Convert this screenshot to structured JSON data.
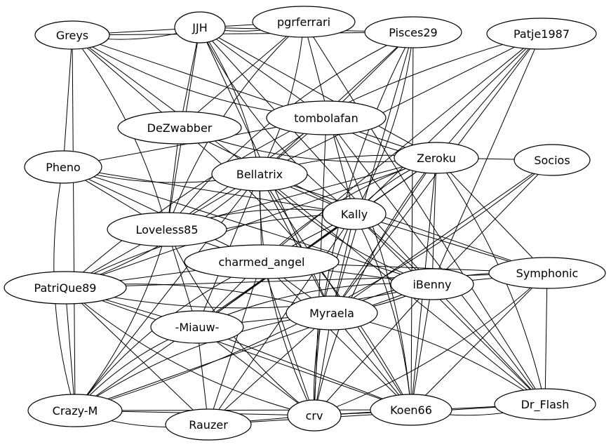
{
  "graph": {
    "nodes": [
      {
        "id": "Greys",
        "label": "Greys"
      },
      {
        "id": "JJH",
        "label": "JJH"
      },
      {
        "id": "pgrferrari",
        "label": "pgrferrari"
      },
      {
        "id": "Pisces29",
        "label": "Pisces29"
      },
      {
        "id": "Patje1987",
        "label": "Patje1987"
      },
      {
        "id": "DeZwabber",
        "label": "DeZwabber"
      },
      {
        "id": "tombolafan",
        "label": "tombolafan"
      },
      {
        "id": "Pheno",
        "label": "Pheno"
      },
      {
        "id": "Bellatrix",
        "label": "Bellatrix"
      },
      {
        "id": "Zeroku",
        "label": "Zeroku"
      },
      {
        "id": "Socios",
        "label": "Socios"
      },
      {
        "id": "Kally",
        "label": "Kally"
      },
      {
        "id": "Loveless85",
        "label": "Loveless85"
      },
      {
        "id": "charmed_angel",
        "label": "charmed_angel"
      },
      {
        "id": "PatriQue89",
        "label": "PatriQue89"
      },
      {
        "id": "iBenny",
        "label": "iBenny"
      },
      {
        "id": "Symphonic",
        "label": "Symphonic"
      },
      {
        "id": "Myraela",
        "label": "Myraela"
      },
      {
        "id": "Miauw",
        "label": "-Miauw-"
      },
      {
        "id": "Crazy-M",
        "label": "Crazy-M"
      },
      {
        "id": "crv",
        "label": "crv"
      },
      {
        "id": "Koen66",
        "label": "Koen66"
      },
      {
        "id": "Dr_Flash",
        "label": "Dr_Flash"
      },
      {
        "id": "Rauzer",
        "label": "Rauzer"
      }
    ],
    "edges": [
      [
        "Greys",
        "JJH"
      ],
      [
        "Greys",
        "pgrferrari"
      ],
      [
        "Greys",
        "Pisces29"
      ],
      [
        "Greys",
        "Pheno"
      ],
      [
        "Greys",
        "DeZwabber"
      ],
      [
        "Greys",
        "tombolafan"
      ],
      [
        "Greys",
        "Bellatrix"
      ],
      [
        "Greys",
        "Loveless85"
      ],
      [
        "Greys",
        "Crazy-M"
      ],
      [
        "Greys",
        "Zeroku"
      ],
      [
        "JJH",
        "pgrferrari"
      ],
      [
        "JJH",
        "Pisces29"
      ],
      [
        "JJH",
        "DeZwabber"
      ],
      [
        "JJH",
        "tombolafan"
      ],
      [
        "JJH",
        "Bellatrix"
      ],
      [
        "JJH",
        "Kally"
      ],
      [
        "JJH",
        "Myraela"
      ],
      [
        "JJH",
        "Zeroku"
      ],
      [
        "JJH",
        "iBenny"
      ],
      [
        "JJH",
        "Loveless85"
      ],
      [
        "pgrferrari",
        "Loveless85"
      ],
      [
        "pgrferrari",
        "Bellatrix"
      ],
      [
        "pgrferrari",
        "Kally"
      ],
      [
        "pgrferrari",
        "DeZwabber"
      ],
      [
        "pgrferrari",
        "Dr_Flash"
      ],
      [
        "Pisces29",
        "Loveless85"
      ],
      [
        "Pisces29",
        "tombolafan"
      ],
      [
        "Pisces29",
        "Bellatrix"
      ],
      [
        "Pisces29",
        "Kally"
      ],
      [
        "Pisces29",
        "Myraela"
      ],
      [
        "Pisces29",
        "crv"
      ],
      [
        "Pisces29",
        "Koen66"
      ],
      [
        "Patje1987",
        "Zeroku"
      ],
      [
        "Patje1987",
        "Kally"
      ],
      [
        "Patje1987",
        "iBenny"
      ],
      [
        "Patje1987",
        "PatriQue89"
      ],
      [
        "Patje1987",
        "charmed_angel"
      ],
      [
        "Patje1987",
        "Myraela"
      ],
      [
        "Patje1987",
        "Bellatrix"
      ],
      [
        "DeZwabber",
        "Loveless85"
      ],
      [
        "DeZwabber",
        "Zeroku"
      ],
      [
        "DeZwabber",
        "Kally"
      ],
      [
        "DeZwabber",
        "Koen66"
      ],
      [
        "tombolafan",
        "Pheno"
      ],
      [
        "tombolafan",
        "Bellatrix"
      ],
      [
        "tombolafan",
        "Zeroku"
      ],
      [
        "tombolafan",
        "Loveless85"
      ],
      [
        "tombolafan",
        "Dr_Flash"
      ],
      [
        "tombolafan",
        "crv"
      ],
      [
        "tombolafan",
        "Koen66"
      ],
      [
        "Pheno",
        "Bellatrix"
      ],
      [
        "Pheno",
        "Loveless85"
      ],
      [
        "Pheno",
        "Kally"
      ],
      [
        "Pheno",
        "charmed_angel"
      ],
      [
        "Pheno",
        "iBenny"
      ],
      [
        "Pheno",
        "Crazy-M"
      ],
      [
        "Bellatrix",
        "Zeroku"
      ],
      [
        "Bellatrix",
        "Kally"
      ],
      [
        "Bellatrix",
        "Loveless85"
      ],
      [
        "Bellatrix",
        "charmed_angel"
      ],
      [
        "Bellatrix",
        "iBenny"
      ],
      [
        "Bellatrix",
        "Myraela"
      ],
      [
        "Bellatrix",
        "Miauw"
      ],
      [
        "Bellatrix",
        "PatriQue89"
      ],
      [
        "Bellatrix",
        "Crazy-M"
      ],
      [
        "Bellatrix",
        "crv"
      ],
      [
        "Bellatrix",
        "Koen66"
      ],
      [
        "Bellatrix",
        "Dr_Flash"
      ],
      [
        "Bellatrix",
        "Symphonic"
      ],
      [
        "Zeroku",
        "Socios"
      ],
      [
        "Zeroku",
        "Kally"
      ],
      [
        "Zeroku",
        "iBenny"
      ],
      [
        "Zeroku",
        "Symphonic"
      ],
      [
        "Zeroku",
        "Myraela"
      ],
      [
        "Zeroku",
        "Miauw"
      ],
      [
        "Zeroku",
        "crv"
      ],
      [
        "Zeroku",
        "Koen66"
      ],
      [
        "Zeroku",
        "Dr_Flash"
      ],
      [
        "Zeroku",
        "PatriQue89"
      ],
      [
        "Zeroku",
        "Loveless85"
      ],
      [
        "Zeroku",
        "charmed_angel"
      ],
      [
        "Zeroku",
        "Crazy-M"
      ],
      [
        "Socios",
        "iBenny"
      ],
      [
        "Socios",
        "Myraela"
      ],
      [
        "Socios",
        "Crazy-M"
      ],
      [
        "Kally",
        "Loveless85"
      ],
      [
        "Kally",
        "charmed_angel"
      ],
      [
        "Kally",
        "iBenny"
      ],
      [
        "Kally",
        "Myraela"
      ],
      [
        "Kally",
        "Miauw"
      ],
      [
        "Kally",
        "crv"
      ],
      [
        "Kally",
        "Koen66"
      ],
      [
        "Kally",
        "Dr_Flash"
      ],
      [
        "Kally",
        "Symphonic"
      ],
      [
        "Kally",
        "Rauzer"
      ],
      [
        "Kally",
        "PatriQue89"
      ],
      [
        "Loveless85",
        "charmed_angel"
      ],
      [
        "Loveless85",
        "Miauw"
      ],
      [
        "Loveless85",
        "Crazy-M"
      ],
      [
        "Loveless85",
        "PatriQue89"
      ],
      [
        "Loveless85",
        "crv"
      ],
      [
        "charmed_angel",
        "PatriQue89"
      ],
      [
        "charmed_angel",
        "iBenny"
      ],
      [
        "charmed_angel",
        "Myraela"
      ],
      [
        "charmed_angel",
        "Miauw"
      ],
      [
        "charmed_angel",
        "Crazy-M"
      ],
      [
        "charmed_angel",
        "crv"
      ],
      [
        "charmed_angel",
        "Koen66"
      ],
      [
        "charmed_angel",
        "Rauzer"
      ],
      [
        "charmed_angel",
        "Symphonic"
      ],
      [
        "PatriQue89",
        "iBenny"
      ],
      [
        "PatriQue89",
        "Symphonic"
      ],
      [
        "PatriQue89",
        "Myraela"
      ],
      [
        "PatriQue89",
        "Miauw"
      ],
      [
        "PatriQue89",
        "Crazy-M"
      ],
      [
        "PatriQue89",
        "crv"
      ],
      [
        "PatriQue89",
        "Koen66"
      ],
      [
        "PatriQue89",
        "Rauzer"
      ],
      [
        "iBenny",
        "Symphonic"
      ],
      [
        "iBenny",
        "Myraela"
      ],
      [
        "iBenny",
        "Miauw"
      ],
      [
        "iBenny",
        "Crazy-M"
      ],
      [
        "iBenny",
        "crv"
      ],
      [
        "iBenny",
        "Koen66"
      ],
      [
        "iBenny",
        "Dr_Flash"
      ],
      [
        "Symphonic",
        "Myraela"
      ],
      [
        "Symphonic",
        "crv"
      ],
      [
        "Symphonic",
        "Koen66"
      ],
      [
        "Symphonic",
        "Dr_Flash"
      ],
      [
        "Myraela",
        "Miauw"
      ],
      [
        "Myraela",
        "Crazy-M"
      ],
      [
        "Myraela",
        "crv"
      ],
      [
        "Myraela",
        "Koen66"
      ],
      [
        "Myraela",
        "Dr_Flash"
      ],
      [
        "Myraela",
        "Rauzer"
      ],
      [
        "Miauw",
        "Crazy-M"
      ],
      [
        "Miauw",
        "crv"
      ],
      [
        "Miauw",
        "Koen66"
      ],
      [
        "Miauw",
        "Rauzer"
      ],
      [
        "Crazy-M",
        "crv"
      ],
      [
        "Crazy-M",
        "Rauzer"
      ],
      [
        "Crazy-M",
        "Koen66"
      ],
      [
        "crv",
        "Koen66"
      ],
      [
        "crv",
        "Dr_Flash"
      ],
      [
        "crv",
        "Rauzer"
      ],
      [
        "Koen66",
        "Dr_Flash"
      ],
      [
        "Rauzer",
        "Dr_Flash"
      ]
    ]
  }
}
